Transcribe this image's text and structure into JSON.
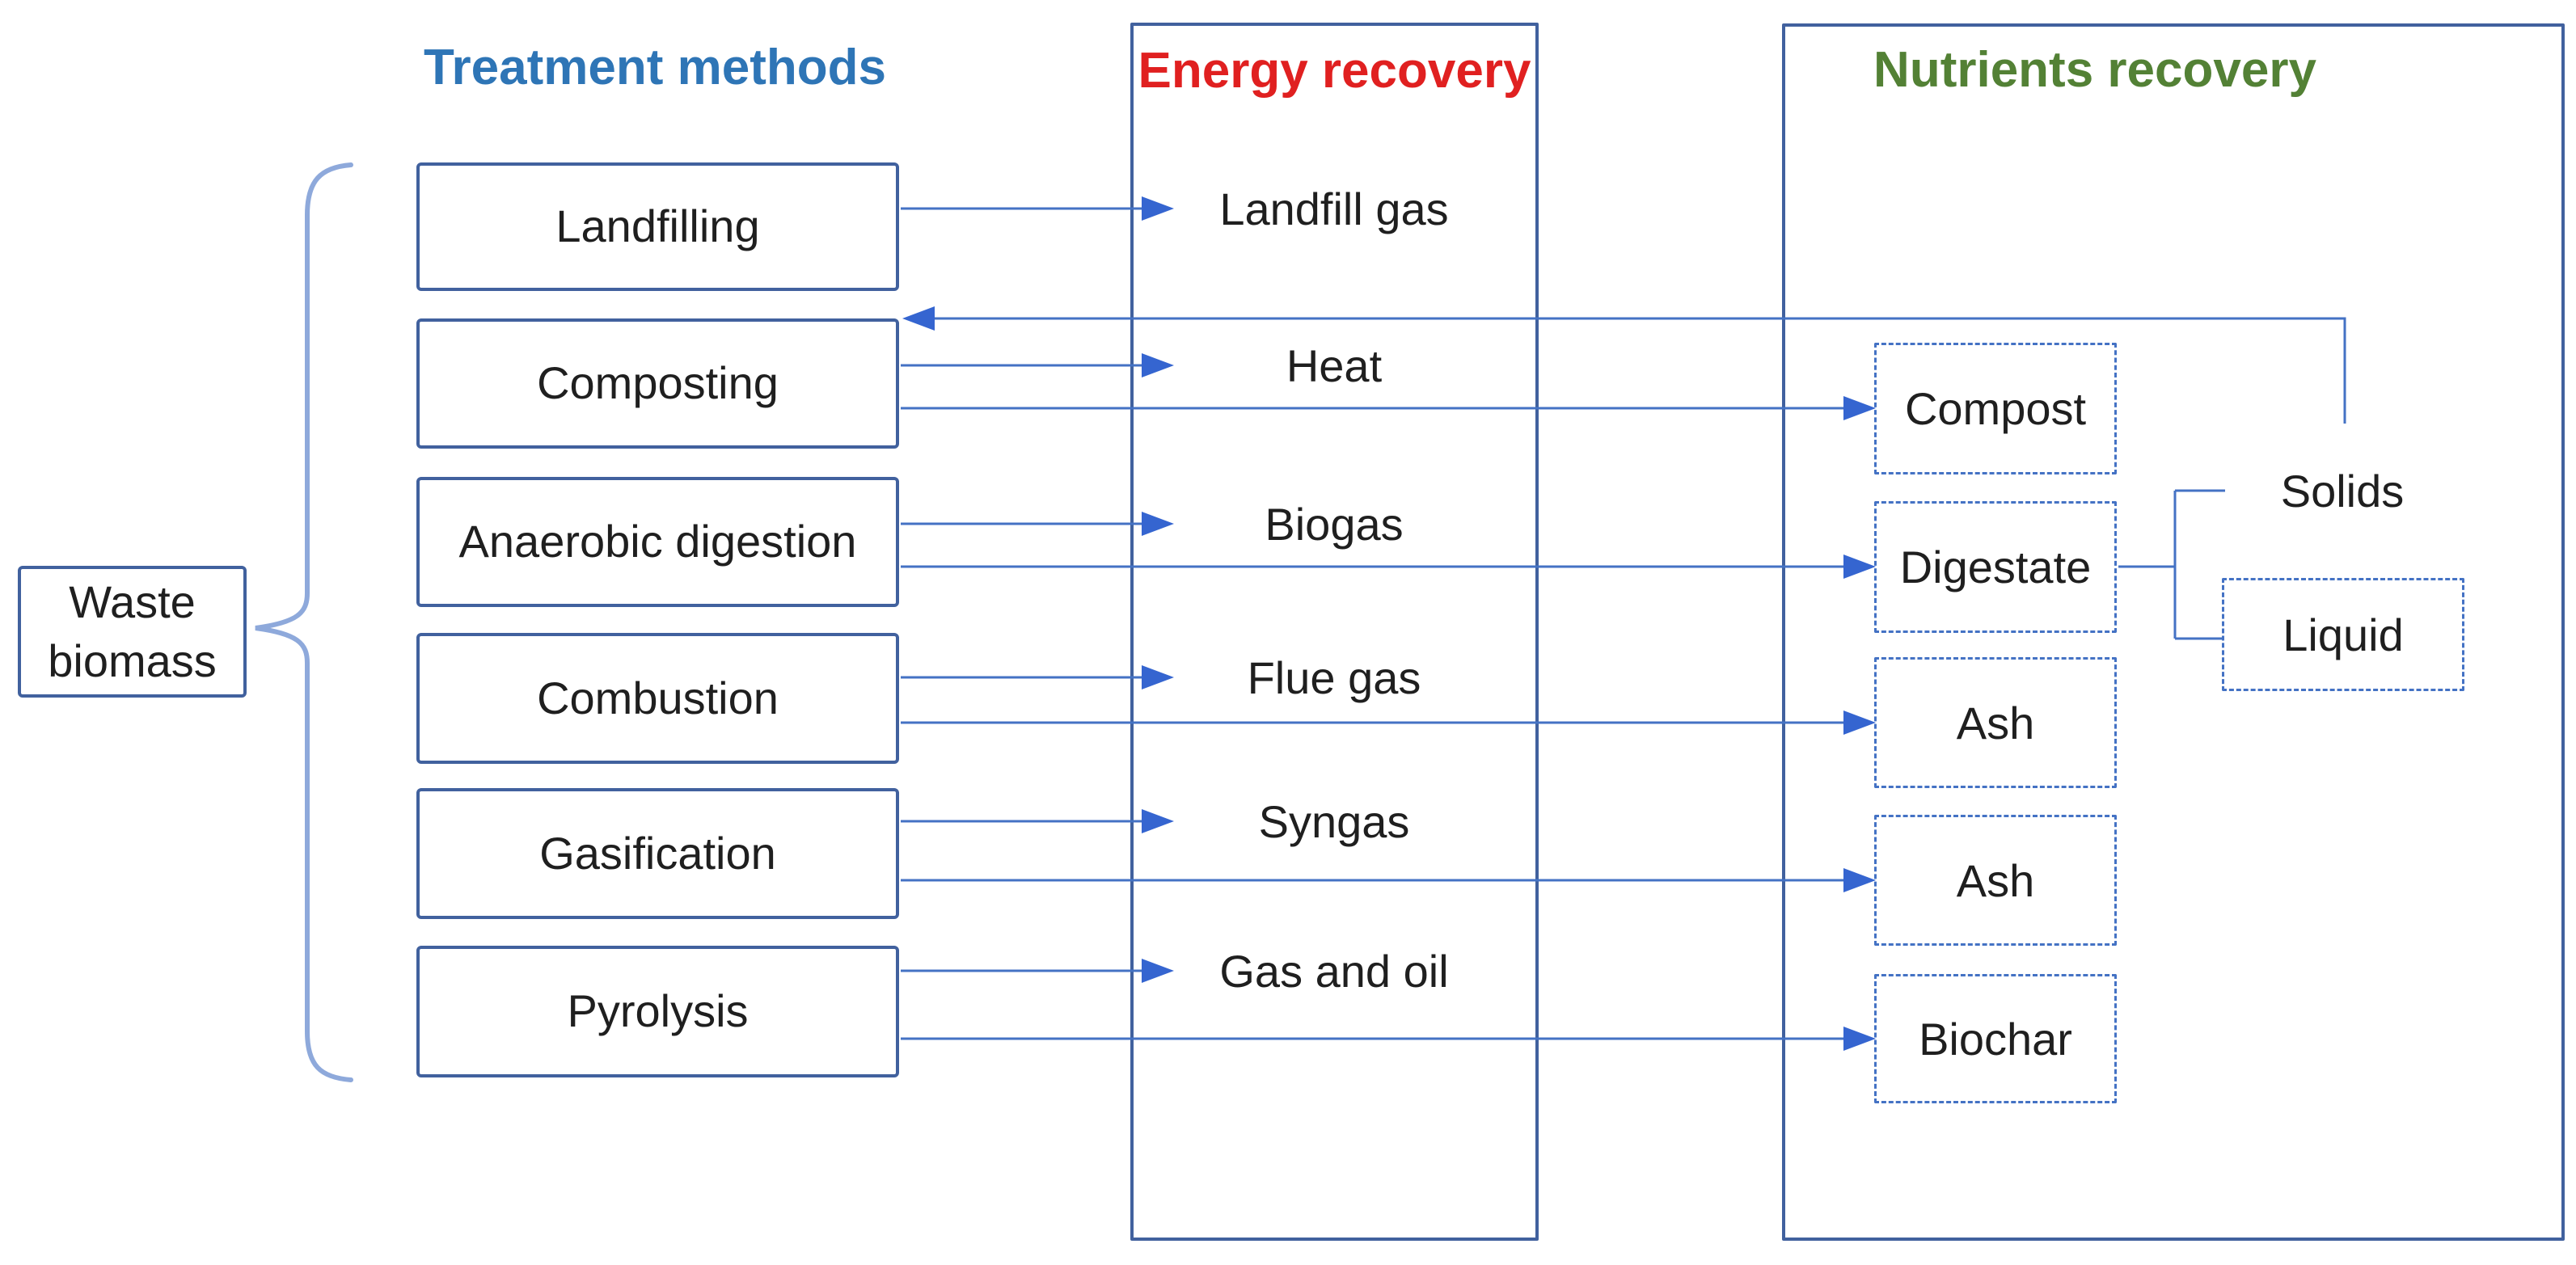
{
  "titles": {
    "treatment": "Treatment methods",
    "energy": "Energy recovery",
    "nutrients": "Nutrients recovery"
  },
  "source": {
    "line1": "Waste",
    "line2": "biomass"
  },
  "treatment_methods": [
    "Landfilling",
    "Composting",
    "Anaerobic digestion",
    "Combustion",
    "Gasification",
    "Pyrolysis"
  ],
  "energy_outputs": [
    "Landfill gas",
    "Heat",
    "Biogas",
    "Flue gas",
    "Syngas",
    "Gas and oil"
  ],
  "nutrient_outputs": [
    "Compost",
    "Digestate",
    "Ash",
    "Ash",
    "Biochar"
  ],
  "digestate_fractions": {
    "solids": "Solids",
    "liquid": "Liquid"
  },
  "colors": {
    "treatment_title": "#2e75b6",
    "energy_title": "#e02020",
    "nutrients_title": "#538135",
    "box_border": "#41619e",
    "connector_line": "#4472c4",
    "arrowhead": "#3565d0",
    "brace": "#8ea9db",
    "text": "#1f1f1f"
  }
}
